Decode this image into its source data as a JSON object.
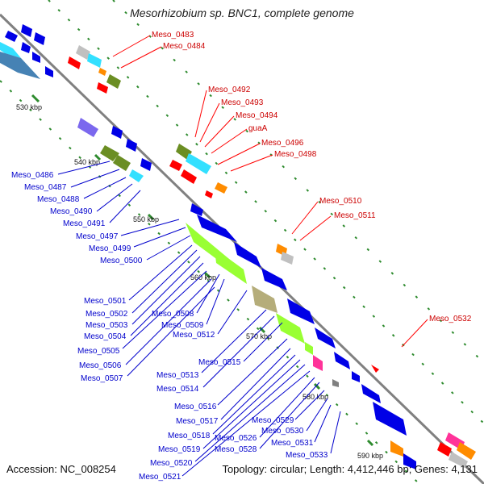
{
  "title": "Mesorhizobium sp. BNC1, complete genome",
  "accession": "Accession: NC_008254",
  "topology": "Topology: circular; Length: 4,412,446 bp; Genes: 4,131",
  "colors": {
    "backbone": "#808080",
    "blue": "#0000e6",
    "red": "#ff0000",
    "lime": "#99ff33",
    "olive": "#6b8e23",
    "khaki": "#b5ad7a",
    "cyan": "#33e0ff",
    "steel": "#4682b4",
    "purple": "#7b68ee",
    "orange": "#ff8c00",
    "gray": "#c0c0c0",
    "pink": "#ff3399",
    "green_tick": "#2e8b2e",
    "label_blue": "#0000cc",
    "label_red": "#cc0000"
  },
  "kbp_marks": [
    "530 kbp",
    "540 kbp",
    "550 kbp",
    "560 kbp",
    "570 kbp",
    "580 kbp",
    "590 kbp"
  ],
  "labels_red": [
    "Meso_0483",
    "Meso_0484",
    "Meso_0492",
    "Meso_0493",
    "Meso_0494",
    "guaA",
    "Meso_0496",
    "Meso_0498",
    "Meso_0510",
    "Meso_0511",
    "Meso_0532"
  ],
  "labels_blue": [
    "Meso_0486",
    "Meso_0487",
    "Meso_0488",
    "Meso_0490",
    "Meso_0491",
    "Meso_0497",
    "Meso_0499",
    "Meso_0500",
    "Meso_0501",
    "Meso_0502",
    "Meso_0503",
    "Meso_0504",
    "Meso_0505",
    "Meso_0506",
    "Meso_0507",
    "Meso_0508",
    "Meso_0509",
    "Meso_0512",
    "Meso_0513",
    "Meso_0514",
    "Meso_0515",
    "Meso_0516",
    "Meso_0517",
    "Meso_0518",
    "Meso_0519",
    "Meso_0520",
    "Meso_0521",
    "Meso_0526",
    "Meso_0528",
    "Meso_0529",
    "Meso_0530",
    "Meso_0531",
    "Meso_0533"
  ]
}
